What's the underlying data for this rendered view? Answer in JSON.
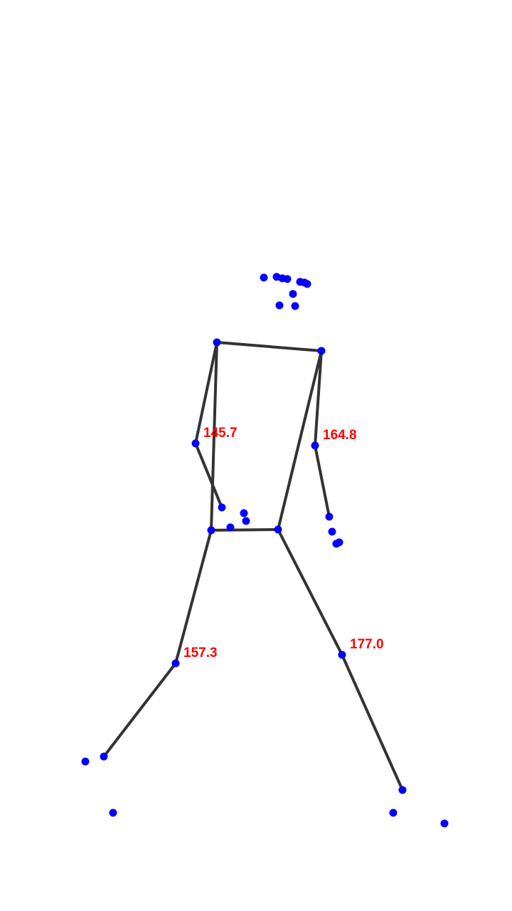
{
  "colors": {
    "background": "#ffffff",
    "bone": "#333333",
    "joint": "#0000ff",
    "angle_label": "#ff0000"
  },
  "angles": {
    "left_elbow": "145.7",
    "right_elbow": "164.8",
    "left_knee": "157.3",
    "right_knee": "177.0"
  }
}
